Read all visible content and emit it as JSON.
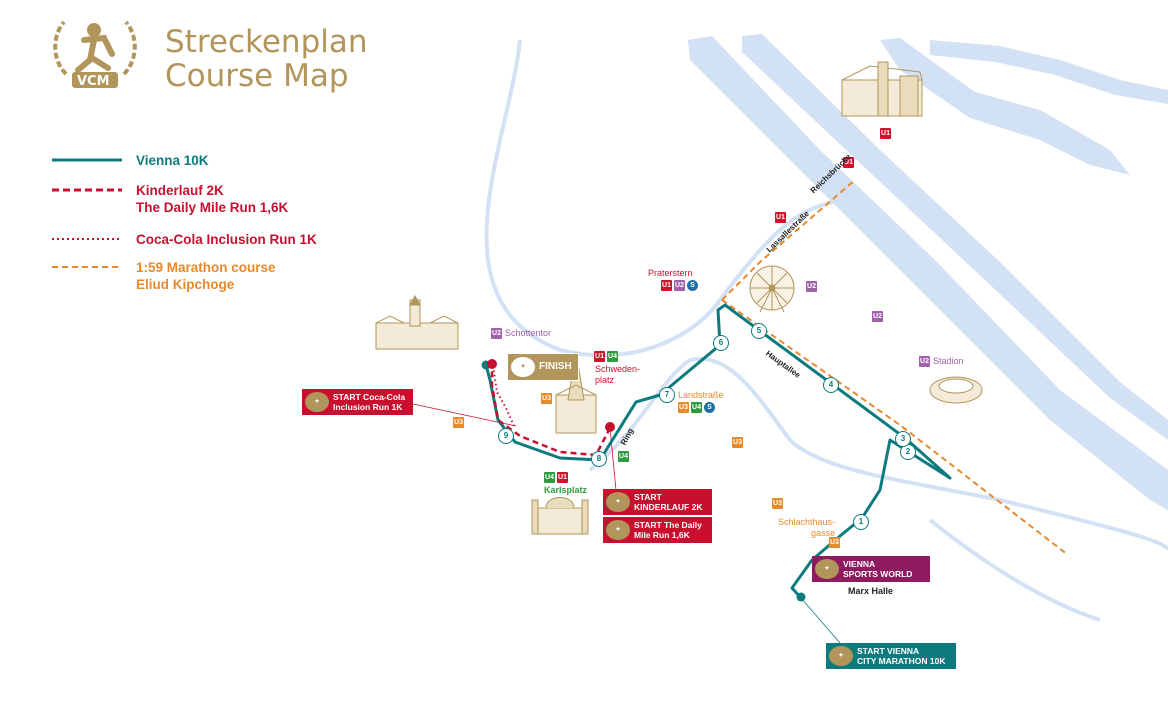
{
  "header": {
    "logo_text": "VCM",
    "title_de": "Streckenplan",
    "title_en": "Course Map"
  },
  "colors": {
    "teal": "#0d7a7e",
    "red": "#c8102e",
    "orange": "#e8892c",
    "gold": "#b2955a",
    "river": "#d3e1f4",
    "purple": "#8e1b5f"
  },
  "legend": [
    {
      "label": "Vienna 10K",
      "style": "solid-teal"
    },
    {
      "label": "Kinderlauf 2K\nThe Daily Mile Run 1,6K",
      "style": "dashed-red"
    },
    {
      "label": "Coca-Cola Inclusion Run 1K",
      "style": "dotted-red"
    },
    {
      "label": "1:59 Marathon course\nEliud Kipchoge",
      "style": "dashed-orange"
    }
  ],
  "places": {
    "schottentor": "Schottentor",
    "praterstern": "Praterstern",
    "stadion": "Stadion",
    "schwedenplatz": "Schweden-\nplatz",
    "landstrasse": "Landstraße",
    "karlsplatz": "Karlsplatz",
    "schlachthausgasse": "Schlachthaus-\ngasse",
    "marx_halle": "Marx Halle"
  },
  "streets": {
    "reichsbruecke": "Reichsbrücke",
    "lassallestrasse": "Lassallestraße",
    "hauptallee": "Hauptallee",
    "ring": "Ring"
  },
  "transit": {
    "u1": "U1",
    "u2": "U2",
    "u3": "U3",
    "u4": "U4",
    "s": "S"
  },
  "callouts": {
    "finish": "FINISH",
    "start_inclusion": "START Coca-Cola\nInclusion Run 1K",
    "start_kinderlauf": "START\nKINDERLAUF 2K",
    "start_daily_mile": "START The Daily\nMile Run 1,6K",
    "sports_world": "VIENNA\nSPORTS WORLD",
    "start_10k": "START VIENNA\nCITY MARATHON 10K"
  },
  "km_markers": [
    "1",
    "2",
    "3",
    "4",
    "5",
    "6",
    "7",
    "8",
    "9"
  ],
  "icons": [
    "vcm-runner-logo",
    "rathaus-landmark",
    "stephansdom-landmark",
    "karlskirche-landmark",
    "riesenrad-landmark",
    "stadion-landmark",
    "donauturm-landmark"
  ]
}
